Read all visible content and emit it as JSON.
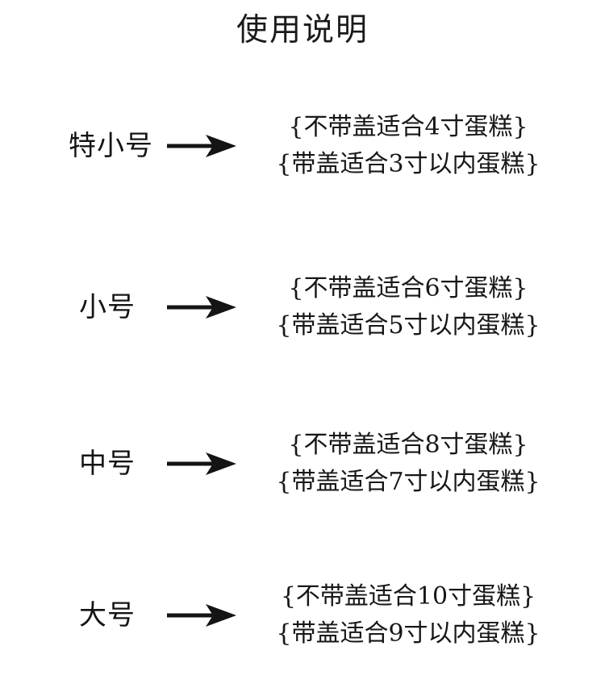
{
  "page": {
    "title": "使用说明",
    "background_color": "#ffffff",
    "text_color": "#171717"
  },
  "rows": [
    {
      "size_label": "特小号",
      "arrow_icon": "arrow-right-icon",
      "lines": [
        "{不带盖适合4寸蛋糕}",
        "{带盖适合3寸以内蛋糕}"
      ]
    },
    {
      "size_label": "小号",
      "arrow_icon": "arrow-right-icon",
      "lines": [
        "{不带盖适合6寸蛋糕}",
        "{带盖适合5寸以内蛋糕}"
      ]
    },
    {
      "size_label": "中号",
      "arrow_icon": "arrow-right-icon",
      "lines": [
        "{不带盖适合8寸蛋糕}",
        "{带盖适合7寸以内蛋糕}"
      ]
    },
    {
      "size_label": "大号",
      "arrow_icon": "arrow-right-icon",
      "lines": [
        "{不带盖适合10寸蛋糕}",
        "{带盖适合9寸以内蛋糕}"
      ]
    }
  ]
}
